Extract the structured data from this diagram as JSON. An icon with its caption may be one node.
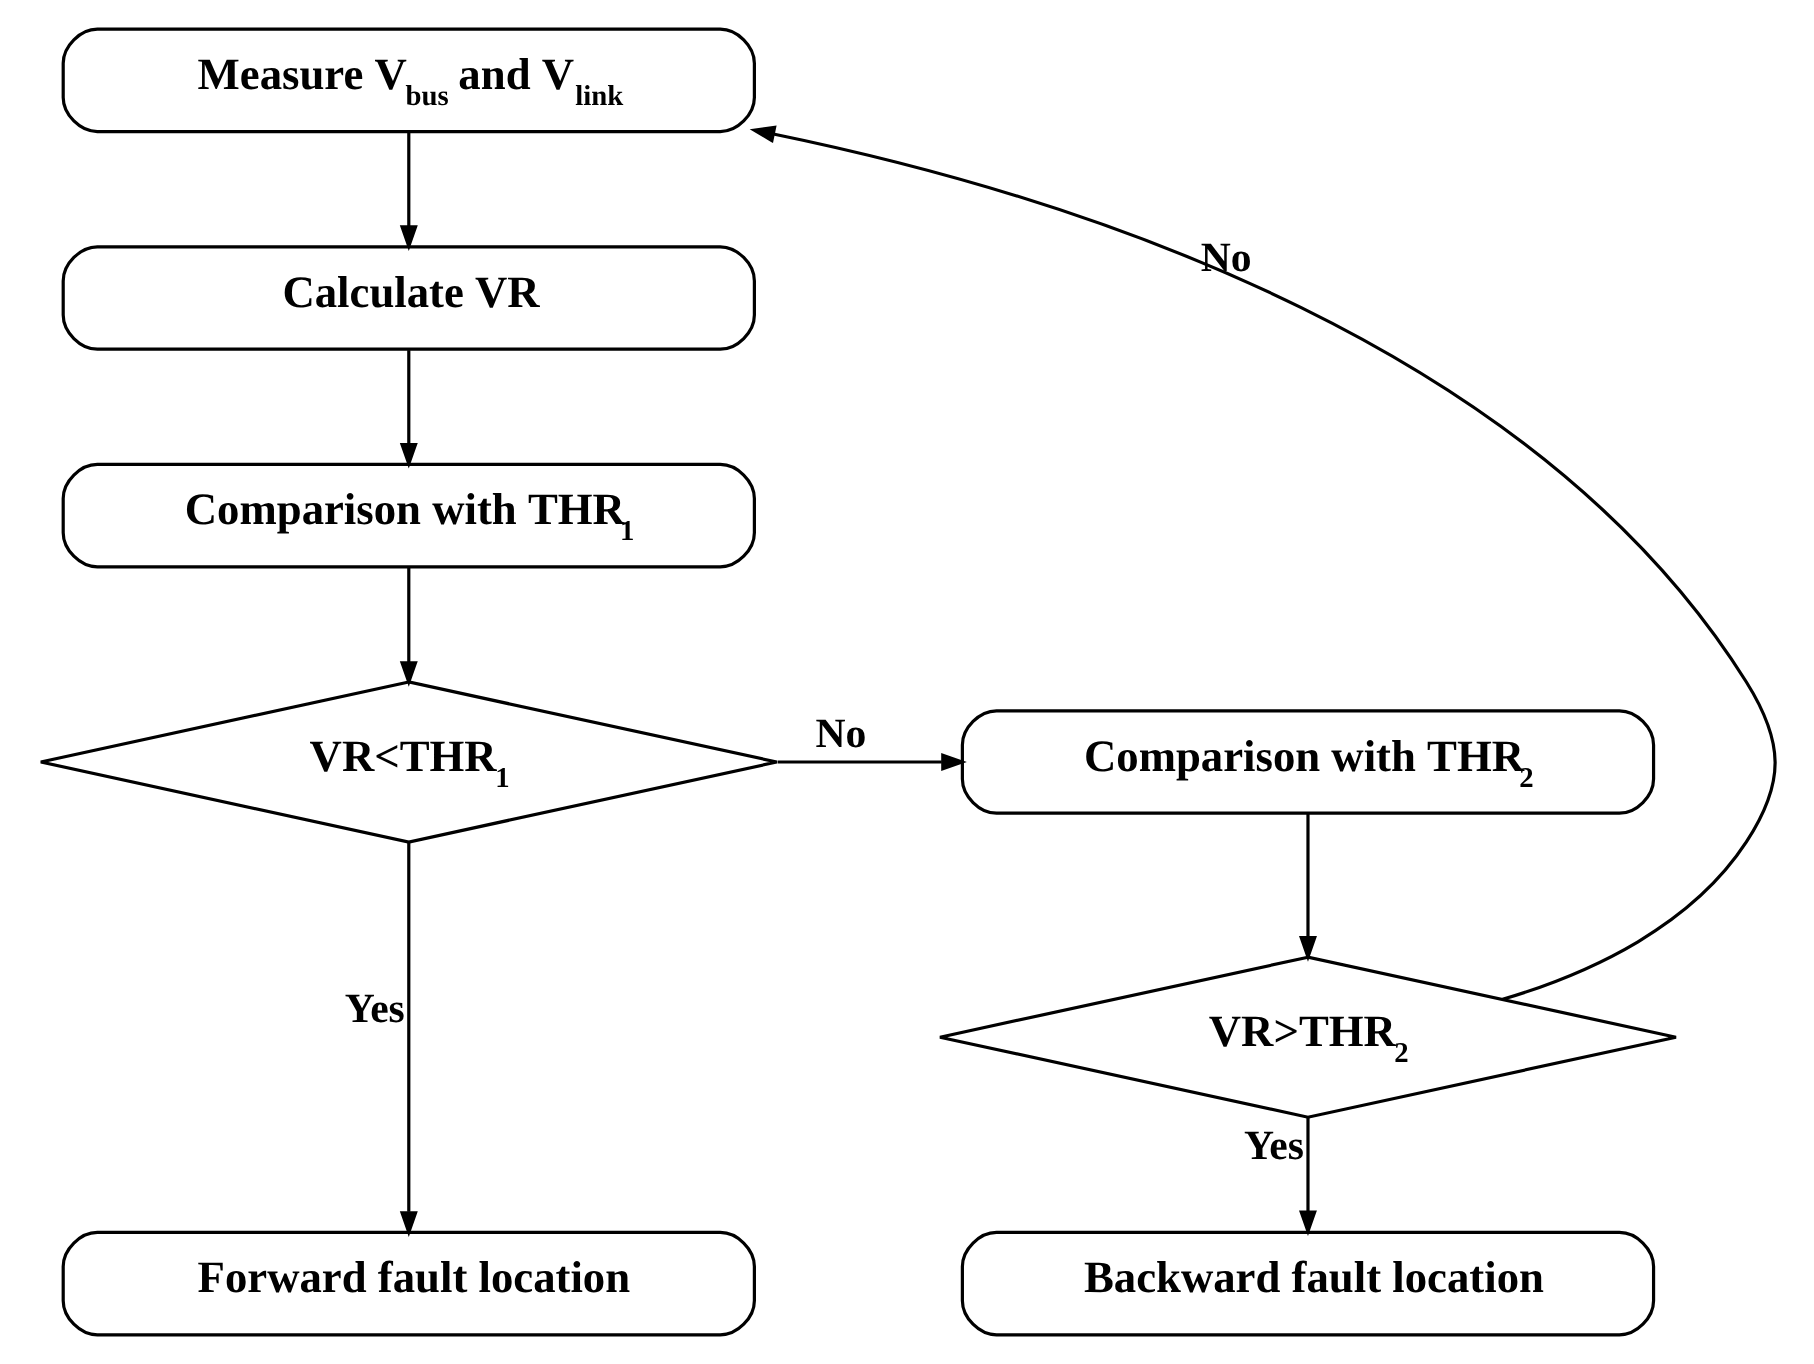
{
  "diagram": {
    "nodes": [
      {
        "text": [
          "Measure V$_{bus}$ and V$_{link}$"
        ]
      },
      {
        "text": [
          "Calculate VR"
        ]
      },
      {
        "text": [
          "Comparison with THR$_{1}$"
        ]
      },
      {
        "text": [
          "VR<THR$_{1}$"
        ]
      },
      {
        "text": [
          "Comparison with THR$_{2}$"
        ]
      },
      {
        "text": [
          "VR>THR$_{2}$"
        ]
      },
      {
        "text": [
          "Forward fault location"
        ]
      },
      {
        "text": [
          "Backward fault location"
        ]
      }
    ],
    "edges": [
      {
        "from": 0,
        "to": 1,
        "arrow": "to"
      },
      {
        "from": 1,
        "to": 2,
        "arrow": "to"
      },
      {
        "from": 2,
        "to": 3,
        "arrow": "to"
      },
      {
        "from": 3,
        "to": 4,
        "arrow": "to",
        "label": "No"
      },
      {
        "from": 3,
        "to": 6,
        "arrow": "to",
        "label": "Yes"
      },
      {
        "from": 4,
        "to": 5,
        "arrow": "to"
      },
      {
        "from": 5,
        "to": 7,
        "arrow": "to",
        "label": "Yes"
      },
      {
        "from": 5,
        "to": 0,
        "arrow": "to",
        "label": "No"
      }
    ]
  }
}
